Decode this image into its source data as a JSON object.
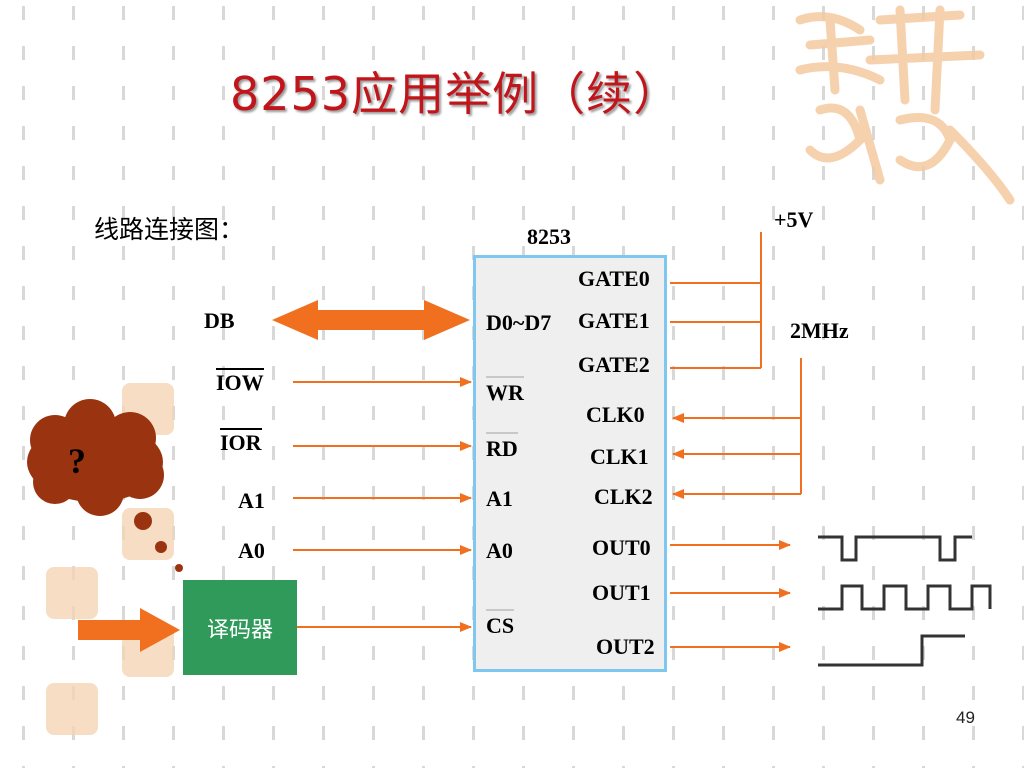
{
  "slide": {
    "title": "8253应用举例（续）",
    "subtitle": "线路连接图：",
    "page_number": "49"
  },
  "chip": {
    "name": "8253",
    "left_pins": {
      "data": "D0~D7",
      "wr": "WR",
      "rd": "RD",
      "a1": "A1",
      "a0": "A0",
      "cs": "CS"
    },
    "right_pins": {
      "gate0": "GATE0",
      "gate1": "GATE1",
      "gate2": "GATE2",
      "clk0": "CLK0",
      "clk1": "CLK1",
      "clk2": "CLK2",
      "out0": "OUT0",
      "out1": "OUT1",
      "out2": "OUT2"
    }
  },
  "signals": {
    "db": "DB",
    "iow": "IOW",
    "ior": "IOR",
    "a1": "A1",
    "a0": "A0",
    "vcc": "+5V",
    "clock": "2MHz"
  },
  "decoder": {
    "label": "译码器"
  },
  "thought_bubble": {
    "text": "?"
  },
  "colors": {
    "title": "#c0161b",
    "wire": "#f07020",
    "chip_border": "#7ec8f0",
    "chip_fill": "#efefef",
    "decoder_fill": "#2f9a5a",
    "cloud": "#9a3410",
    "waveform": "#333333",
    "decoration": "#f5c9a0"
  }
}
